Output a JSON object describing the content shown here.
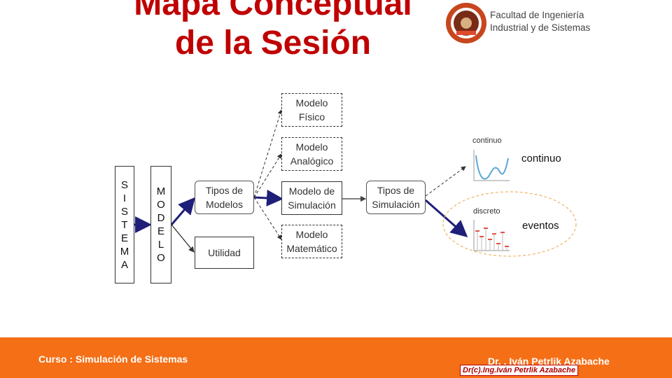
{
  "title": "Mapa Conceptual\nde la Sesión",
  "institution": "Facultad de Ingeniería\nIndustrial y de Sistemas",
  "nodes": {
    "sistema": "S\nI\nS\nT\nE\nM\nA",
    "modelo": "M\nO\nD\nE\nL\nO",
    "tipos_modelos": "Tipos de\nModelos",
    "utilidad": "Utilidad",
    "fisico": "Modelo\nFísico",
    "analogico": "Modelo\nAnalógico",
    "simulacion": "Modelo de\nSimulación",
    "matematico": "Modelo\nMatemático",
    "tipos_simulacion": "Tipos de\nSimulación"
  },
  "outcomes": {
    "continuo_small": "continuo",
    "continuo": "continuo",
    "discreto_small": "discreto",
    "eventos": "eventos"
  },
  "footer": {
    "course": "Curso : Simulación de  Sistemas",
    "author": "Dr. . Iván Petrlik Azabache",
    "signature": "Dr(c).Ing.Iván Petrlik Azabache"
  },
  "colors": {
    "title": "#c00000",
    "footer": "#f46f16",
    "arrow": "#1f1f7a",
    "curve": "#5aa7d6",
    "discrete": "#e0554a"
  }
}
